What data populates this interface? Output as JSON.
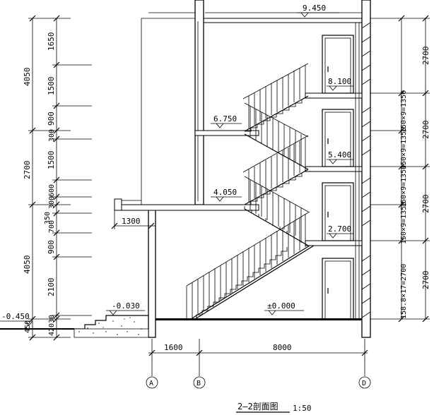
{
  "elevations": {
    "roof": "9.450",
    "floor4": "8.100",
    "landing3": "6.750",
    "floor3": "5.400",
    "landing2": "4.050",
    "floor2": "2.700",
    "ground": "±0.000",
    "entry": "-0.030",
    "outdoor": "-0.450"
  },
  "left_dims_outer": [
    "4050",
    "2700",
    "4050",
    "450"
  ],
  "left_dims_inner": [
    "1650",
    "1500",
    "900",
    "300",
    "1500",
    "600",
    "300",
    "350",
    "700",
    "900",
    "2100",
    "30",
    "420"
  ],
  "right_dims_outer": [
    "2700",
    "2700",
    "2700",
    "2700"
  ],
  "right_dims_inner": [
    "150×9=1350",
    "150×9=1350",
    "150×9=1350",
    "150×9=1350",
    "158.8×17=2700"
  ],
  "canopy_dim": "1300",
  "bottom_dims": [
    "1600",
    "8000"
  ],
  "axes": [
    "A",
    "B",
    "D"
  ],
  "title": "2—2剖面图",
  "scale": "1:50"
}
